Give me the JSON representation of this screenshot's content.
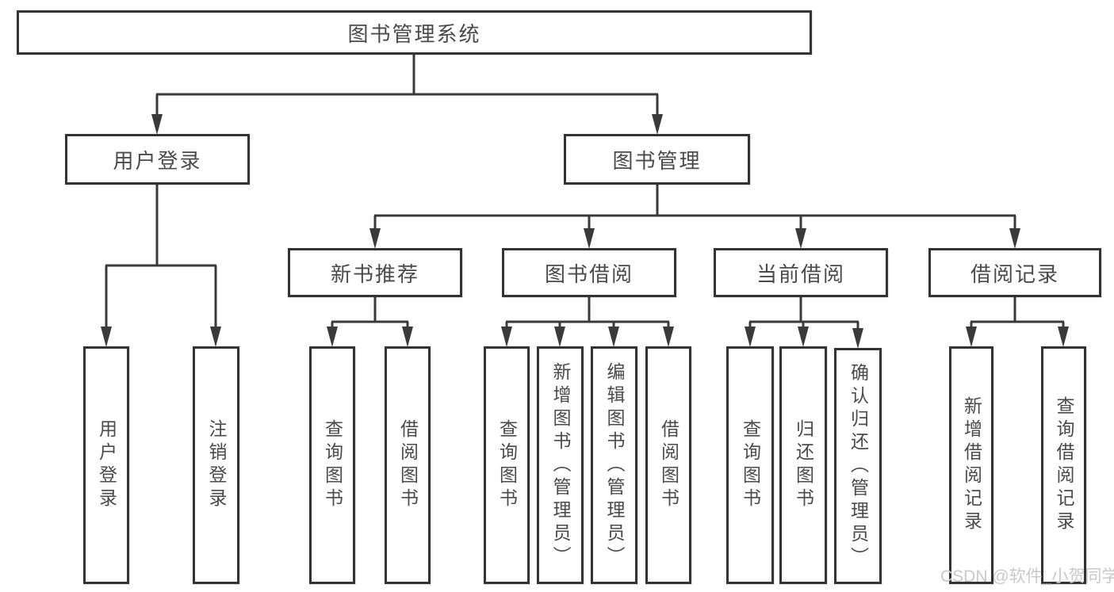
{
  "colors": {
    "line": "#3a3a3a",
    "box_border": "#333333",
    "text": "#4a4a4a",
    "background": "#ffffff",
    "watermark": "#c9c9c9"
  },
  "watermark": {
    "text": "CSDN @软件_小贺同学"
  },
  "chart_type": "hierarchy-diagram",
  "tree": {
    "root": {
      "label": "图书管理系统"
    },
    "branches": [
      {
        "label": "用户登录",
        "children": [
          {
            "label": "用户登录"
          },
          {
            "label": "注销登录"
          }
        ]
      },
      {
        "label": "图书管理",
        "groups": [
          {
            "label": "新书推荐",
            "children": [
              {
                "label": "查询图书"
              },
              {
                "label": "借阅图书"
              }
            ]
          },
          {
            "label": "图书借阅",
            "children": [
              {
                "label": "查询图书"
              },
              {
                "label": "新增图书（管理员）"
              },
              {
                "label": "编辑图书（管理员）"
              },
              {
                "label": "借阅图书"
              }
            ]
          },
          {
            "label": "当前借阅",
            "children": [
              {
                "label": "查询图书"
              },
              {
                "label": "归还图书"
              },
              {
                "label": "确认归还（管理员）"
              }
            ]
          },
          {
            "label": "借阅记录",
            "children": [
              {
                "label": "新增借阅记录"
              },
              {
                "label": "查询借阅记录"
              }
            ]
          }
        ]
      }
    ]
  }
}
